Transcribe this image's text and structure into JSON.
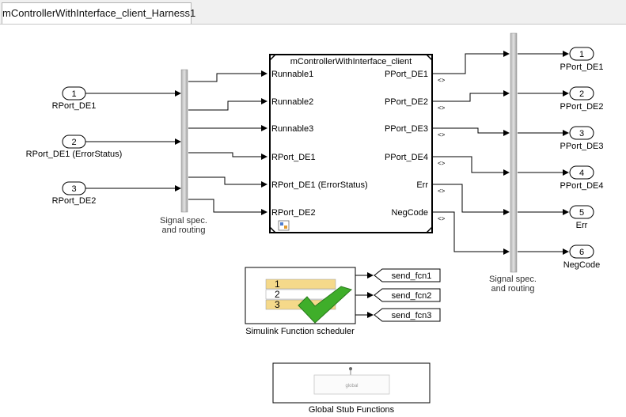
{
  "tab": {
    "title": "mControllerWithInterface_client_Harness1"
  },
  "inports": [
    {
      "number": "1",
      "label": "RPort_DE1"
    },
    {
      "number": "2",
      "label": "RPort_DE1 (ErrorStatus)"
    },
    {
      "number": "3",
      "label": "RPort_DE2"
    }
  ],
  "left_bus": {
    "label_line1": "Signal spec.",
    "label_line2": "and routing"
  },
  "right_bus": {
    "label_line1": "Signal spec.",
    "label_line2": "and routing"
  },
  "main_block": {
    "title": "mControllerWithInterface_client",
    "inputs": [
      "Runnable1",
      "Runnable2",
      "Runnable3",
      "RPort_DE1",
      "RPort_DE1 (ErrorStatus)",
      "RPort_DE2"
    ],
    "outputs": [
      "PPort_DE1",
      "PPort_DE2",
      "PPort_DE3",
      "PPort_DE4",
      "Err",
      "NegCode"
    ],
    "output_marker": "<>"
  },
  "outports": [
    {
      "number": "1",
      "label": "PPort_DE1"
    },
    {
      "number": "2",
      "label": "PPort_DE2"
    },
    {
      "number": "3",
      "label": "PPort_DE3"
    },
    {
      "number": "4",
      "label": "PPort_DE4"
    },
    {
      "number": "5",
      "label": "Err"
    },
    {
      "number": "6",
      "label": "NegCode"
    }
  ],
  "scheduler": {
    "label": "Simulink Function scheduler",
    "rows": [
      "1",
      "2",
      "3"
    ],
    "gotos": [
      "send_fcn1",
      "send_fcn2",
      "send_fcn3"
    ],
    "row_color": "#f5d98a",
    "check_color": "#3fae2a"
  },
  "stub": {
    "label": "Global Stub Functions",
    "inner_label": "global"
  }
}
